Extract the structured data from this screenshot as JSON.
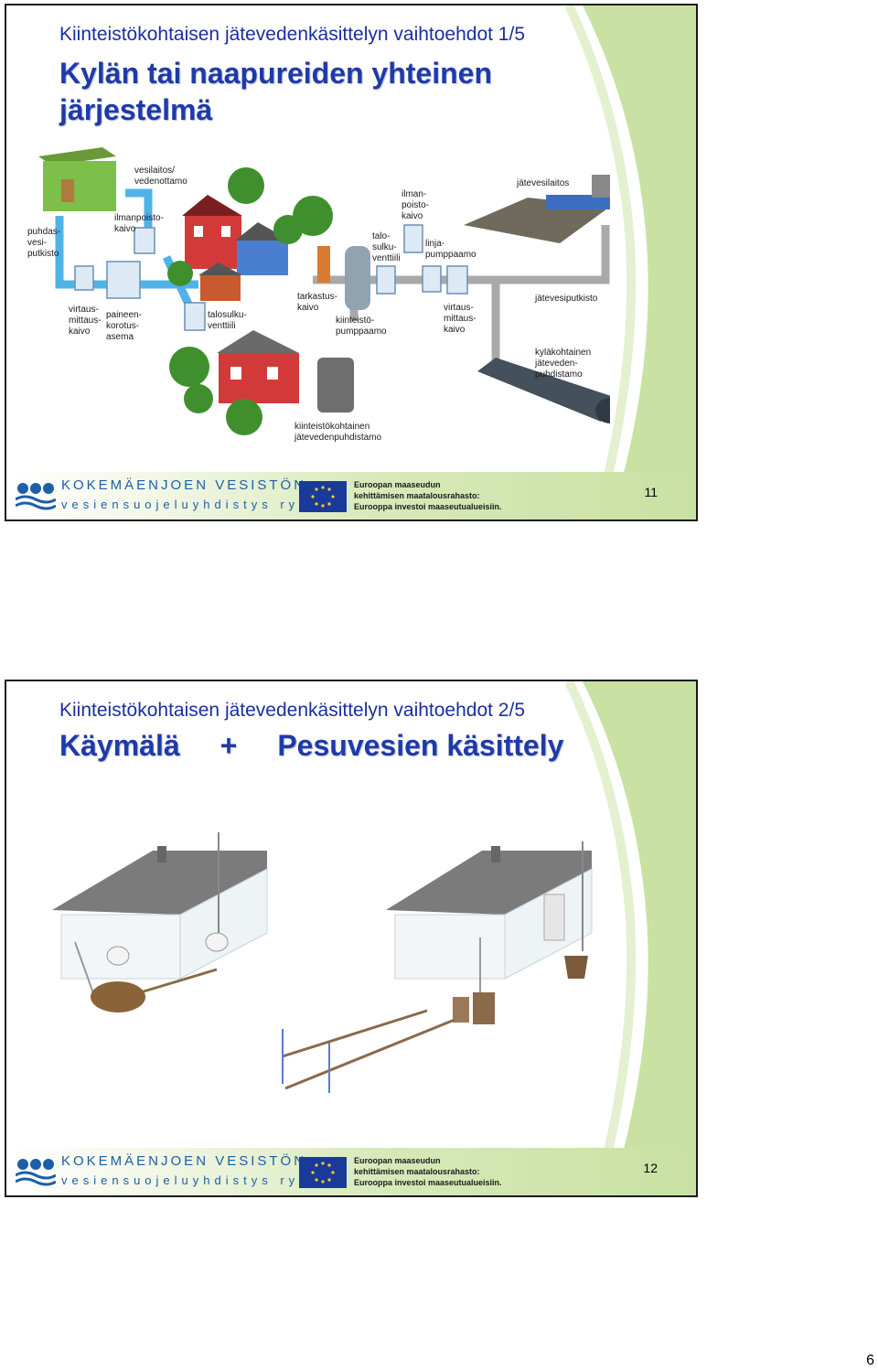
{
  "slides": [
    {
      "subtitle": "Kiinteistökohtaisen jätevedenkäsittelyn vaihtoehdot 1/5",
      "title": "Kylän tai naapureiden yhteinen järjestelmä",
      "labels": {
        "vesilaitos": [
          "vesilaitos/",
          "vedenottamo"
        ],
        "ilmanpoisto1": [
          "ilmanpoisto-",
          "kaivo"
        ],
        "puhdas": [
          "puhdas-",
          "vesi-",
          "putkisto"
        ],
        "virtaus1": [
          "virtaus-",
          "mittaus-",
          "kaivo"
        ],
        "paineen": [
          "paineen-",
          "korotus-",
          "asema"
        ],
        "talosulku1": [
          "talosulku-",
          "venttiili"
        ],
        "tarkastus": [
          "tarkastus-",
          "kaivo"
        ],
        "kiinteisto_pump": [
          "kiinteistö-",
          "pumppaamo"
        ],
        "talosulku2": [
          "talo-",
          "sulku-",
          "venttiili"
        ],
        "ilmanpoisto2": [
          "ilman-",
          "poisto-",
          "kaivo"
        ],
        "linja": [
          "linja-",
          "pumppaamo"
        ],
        "virtaus2": [
          "virtaus-",
          "mittaus-",
          "kaivo"
        ],
        "jatevesilaitos": [
          "jätevesilaitos"
        ],
        "jatevesiputkisto": [
          "jätevesiputkisto"
        ],
        "kylakoht": [
          "kyläkohtainen",
          "jäteveden-",
          "puhdistamo"
        ],
        "kiinteisto_puhd": [
          "kiinteistökohtainen",
          "jätevedenpuhdistamo"
        ]
      },
      "page_number": "11"
    },
    {
      "subtitle": "Kiinteistökohtaisen jätevedenkäsittelyn vaihtoehdot 2/5",
      "title_left": "Käymälä",
      "title_plus": "+",
      "title_right": "Pesuvesien käsittely",
      "page_number": "12"
    }
  ],
  "footer": {
    "org_line1": "KOKEMÄENJOEN VESISTÖN",
    "org_line2": "vesiensuojeluyhdistys ry",
    "eu_line1": "Euroopan maaseudun",
    "eu_line2": "kehittämisen maatalousrahasto:",
    "eu_line3": "Eurooppa investoi maaseutualueisiin."
  },
  "pdf_page_number": "6",
  "colors": {
    "title_blue": "#1f3aa8",
    "water_pipe": "#4fb3e8",
    "waste_pipe": "#a9a9a9",
    "green_band": "#c9e1a2"
  }
}
